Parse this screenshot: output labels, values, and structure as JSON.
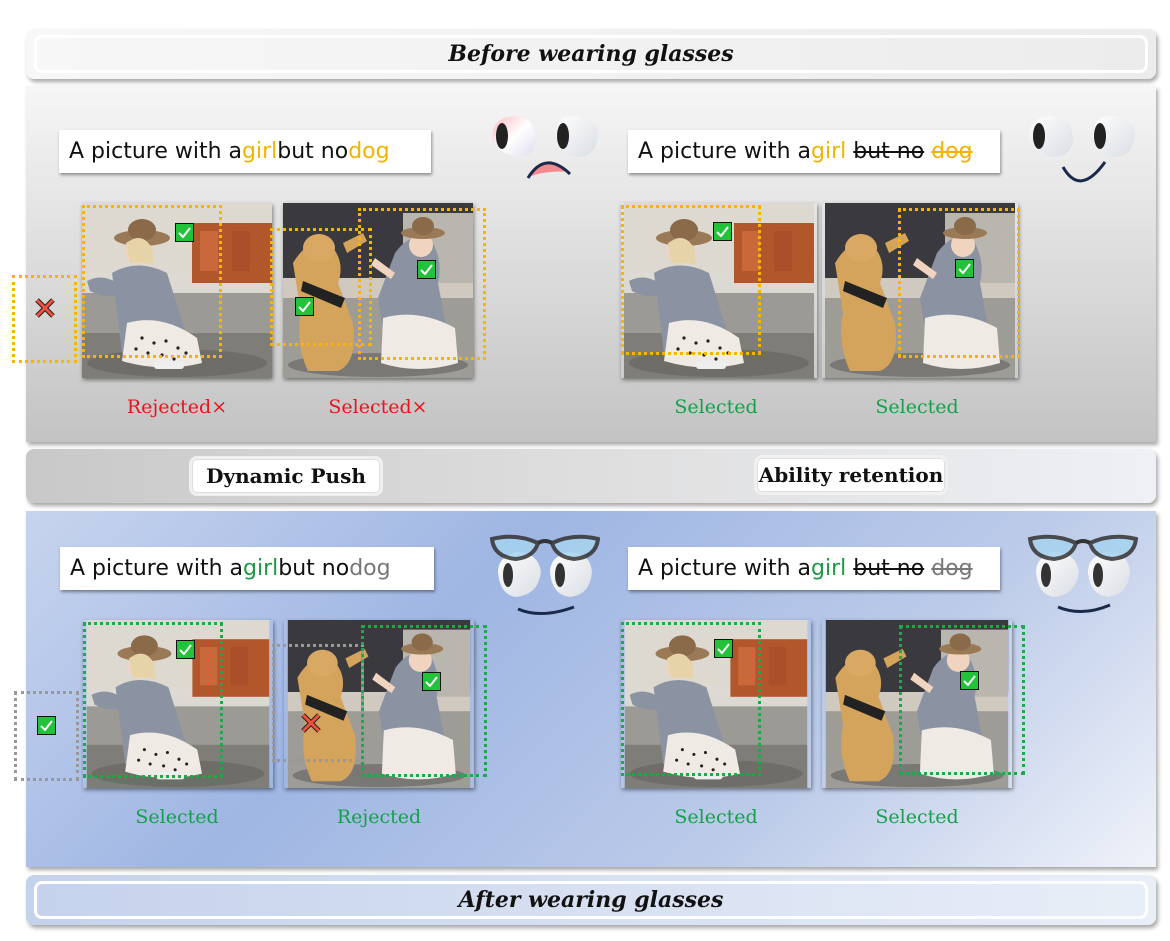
{
  "top_banner": {
    "title": "Before wearing glasses"
  },
  "bottom_banner": {
    "title": "After wearing glasses"
  },
  "middle_bar": {
    "left_pill": "Dynamic Push",
    "right_pill": "Ability retention"
  },
  "captions": {
    "prefix": "A picture with a ",
    "girl": "girl",
    "mid": " but no ",
    "but_no": "but no",
    "dog": "dog"
  },
  "labels": {
    "before_left_1": "Rejected×",
    "before_left_2": "Selected×",
    "before_right_1": "Selected",
    "before_right_2": "Selected",
    "after_left_1": "Selected",
    "after_left_2": "Rejected",
    "after_right_1": "Selected",
    "after_right_2": "Selected"
  },
  "colors": {
    "highlight_yellow": "#f2b400",
    "highlight_green": "#1a9a44",
    "reject_red": "#e8141d",
    "select_green": "#13a24a"
  }
}
